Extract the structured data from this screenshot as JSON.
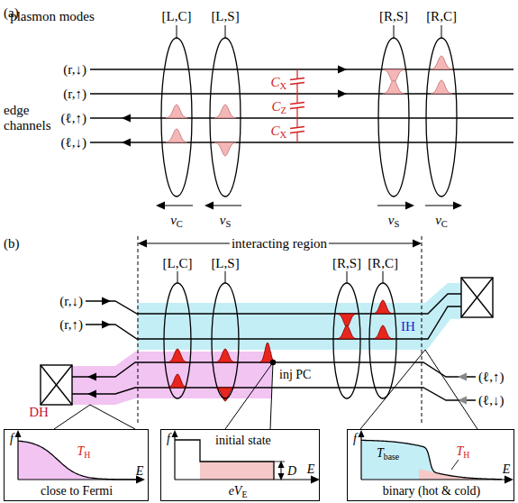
{
  "diagram": {
    "nodes": [
      {
        "text": [
          "f",
          "TH",
          "E",
          "close to Fermi"
        ]
      },
      {
        "text": [
          "f",
          "initial state",
          "D",
          "eVE",
          "E"
        ]
      },
      {
        "text": [
          "f",
          "Tbase",
          "TH",
          "E",
          "binary (hot & cold)"
        ]
      }
    ],
    "labels": [
      "(a)",
      "plasmon modes",
      "[L,C]",
      "[L,S]",
      "[R,S]",
      "[R,C]",
      "edge channels",
      "(r,↓)",
      "(r,↑)",
      "(ℓ,↑)",
      "(ℓ,↓)",
      "CX",
      "CZ",
      "CX",
      "vC",
      "vS",
      "vS",
      "vC",
      "(b)",
      "interacting region",
      "[L,C]",
      "[L,S]",
      "[R,S]",
      "[R,C]",
      "IH",
      "DH",
      "(r,↓)",
      "(r,↑)",
      "(ℓ,↑)",
      "(ℓ,↓)",
      "inj PC"
    ]
  }
}
